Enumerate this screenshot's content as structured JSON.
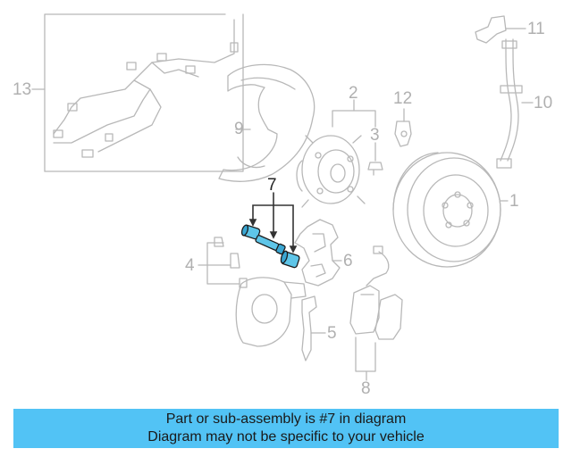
{
  "callouts": {
    "c1": "1",
    "c2": "2",
    "c3": "3",
    "c4": "4",
    "c5": "5",
    "c6": "6",
    "c7": "7",
    "c8": "8",
    "c9": "9",
    "c10": "10",
    "c11": "11",
    "c12": "12",
    "c13": "13"
  },
  "highlighted_part": "7",
  "colors": {
    "accent": "#52c3f5",
    "highlight_part": "#5ec5e8",
    "faded": "#b8b8b8",
    "active": "#222222"
  },
  "banner": {
    "line1": "Part or sub-assembly is #7 in diagram",
    "line2": "Diagram may not be specific to your vehicle"
  }
}
